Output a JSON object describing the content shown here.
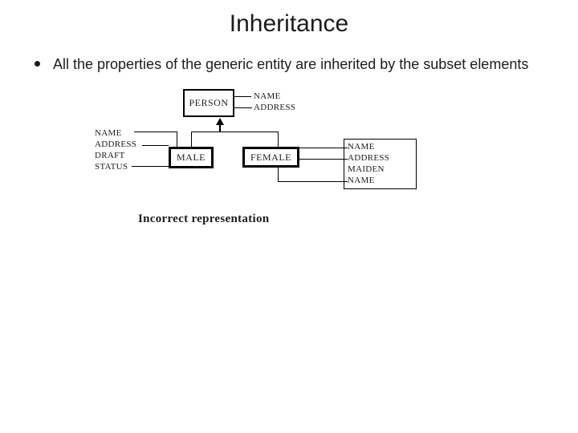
{
  "slide": {
    "title": "Inheritance",
    "bullet_text": "All the properties of the generic entity are inherited by the subset elements",
    "caption": "Incorrect representation"
  },
  "diagram": {
    "person": {
      "label": "PERSON",
      "attributes": [
        "NAME",
        "ADDRESS"
      ]
    },
    "male": {
      "label": "MALE",
      "attributes": [
        "NAME",
        "ADDRESS",
        "DRAFT",
        "STATUS"
      ]
    },
    "female": {
      "label": "FEMALE",
      "attributes": [
        "NAME",
        "ADDRESS",
        "MAIDEN",
        "NAME"
      ]
    }
  },
  "colors": {
    "background": "#ffffff",
    "text": "#1c1c1c",
    "line": "#000000"
  }
}
